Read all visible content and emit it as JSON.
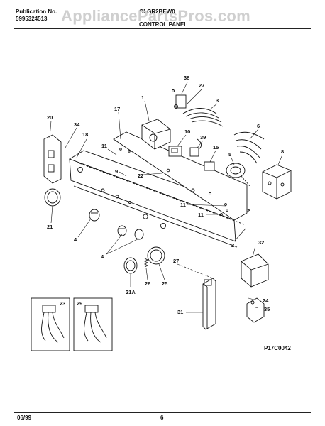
{
  "header": {
    "publication_label": "Publication No.",
    "publication_number": "5995324513",
    "model_number": "GLGR2BEW0",
    "section_title": "CONTROL PANEL",
    "watermark": "AppliancePartsPros.com"
  },
  "footer": {
    "date": "06/99",
    "page": "6",
    "figure_code": "P17C0042"
  },
  "callouts": [
    "38",
    "27",
    "1",
    "3",
    "17",
    "20",
    "34",
    "18",
    "10",
    "39",
    "6",
    "15",
    "11",
    "9",
    "22",
    "5",
    "8",
    "21",
    "4",
    "11",
    "11",
    "2",
    "4",
    "32",
    "27",
    "26",
    "25",
    "21A",
    "24",
    "35",
    "31",
    "23",
    "29"
  ]
}
